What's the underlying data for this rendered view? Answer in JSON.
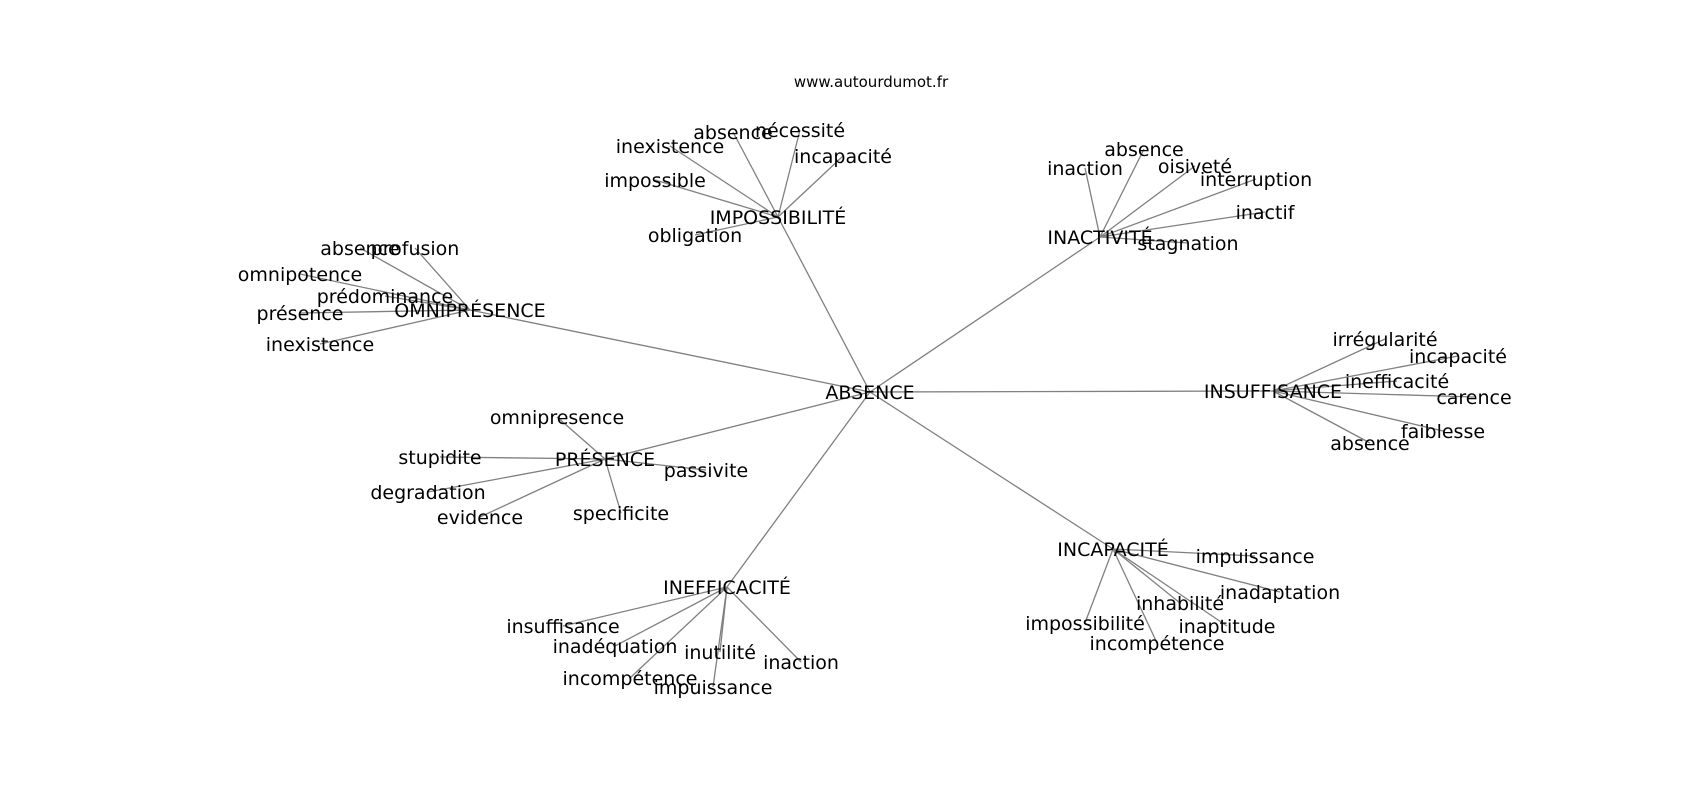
{
  "source": "www.autourdumot.fr",
  "colors": {
    "edge": "#808080",
    "text": "#000000",
    "background": "#ffffff"
  },
  "center": {
    "id": "c",
    "label": "ABSENCE"
  },
  "clusters": [
    {
      "id": "omnipresence",
      "label": "OMNIPRÉSENCE",
      "leaves": [
        {
          "id": "omni-absence",
          "label": "absence"
        },
        {
          "id": "omni-profusion",
          "label": "profusion"
        },
        {
          "id": "omni-omnipotence",
          "label": "omnipotence"
        },
        {
          "id": "omni-predominance",
          "label": "prédominance"
        },
        {
          "id": "omni-presence",
          "label": "présence"
        },
        {
          "id": "omni-inexistence",
          "label": "inexistence"
        }
      ]
    },
    {
      "id": "impossibilite",
      "label": "IMPOSSIBILITÉ",
      "leaves": [
        {
          "id": "imp-inexistence",
          "label": "inexistence"
        },
        {
          "id": "imp-absence",
          "label": "absence"
        },
        {
          "id": "imp-necessite",
          "label": "nécessité"
        },
        {
          "id": "imp-incapacite",
          "label": "incapacité"
        },
        {
          "id": "imp-impossible",
          "label": "impossible"
        },
        {
          "id": "imp-obligation",
          "label": "obligation"
        }
      ]
    },
    {
      "id": "inactivite",
      "label": "INACTIVITÉ",
      "leaves": [
        {
          "id": "ina-absence",
          "label": "absence"
        },
        {
          "id": "ina-inaction",
          "label": "inaction"
        },
        {
          "id": "ina-oisivete",
          "label": "oisiveté"
        },
        {
          "id": "ina-interruption",
          "label": "interruption"
        },
        {
          "id": "ina-inactif",
          "label": "inactif"
        },
        {
          "id": "ina-stagnation",
          "label": "stagnation"
        }
      ]
    },
    {
      "id": "insuffisance",
      "label": "INSUFFISANCE",
      "leaves": [
        {
          "id": "ins-irregularite",
          "label": "irrégularité"
        },
        {
          "id": "ins-incapacite",
          "label": "incapacité"
        },
        {
          "id": "ins-inefficacite",
          "label": "inefficacité"
        },
        {
          "id": "ins-carence",
          "label": "carence"
        },
        {
          "id": "ins-faiblesse",
          "label": "faiblesse"
        },
        {
          "id": "ins-absence",
          "label": "absence"
        }
      ]
    },
    {
      "id": "presence",
      "label": "PRÉSENCE",
      "leaves": [
        {
          "id": "pre-omnipresence",
          "label": "omnipresence"
        },
        {
          "id": "pre-stupidite",
          "label": "stupidite"
        },
        {
          "id": "pre-passivite",
          "label": "passivite"
        },
        {
          "id": "pre-degradation",
          "label": "degradation"
        },
        {
          "id": "pre-evidence",
          "label": "evidence"
        },
        {
          "id": "pre-specificite",
          "label": "specificite"
        }
      ]
    },
    {
      "id": "incapacite",
      "label": "INCAPACITÉ",
      "leaves": [
        {
          "id": "inc-impuissance",
          "label": "impuissance"
        },
        {
          "id": "inc-inadaptation",
          "label": "inadaptation"
        },
        {
          "id": "inc-inhabilite",
          "label": "inhabilité"
        },
        {
          "id": "inc-impossibilite",
          "label": "impossibilité"
        },
        {
          "id": "inc-inaptitude",
          "label": "inaptitude"
        },
        {
          "id": "inc-incompetence",
          "label": "incompétence"
        }
      ]
    },
    {
      "id": "inefficacite",
      "label": "INEFFICACITÉ",
      "leaves": [
        {
          "id": "ine-insuffisance",
          "label": "insuffisance"
        },
        {
          "id": "ine-inadequation",
          "label": "inadéquation"
        },
        {
          "id": "ine-inutilite",
          "label": "inutilité"
        },
        {
          "id": "ine-inaction",
          "label": "inaction"
        },
        {
          "id": "ine-incompetence",
          "label": "incompétence"
        },
        {
          "id": "ine-impuissance",
          "label": "impuissance"
        }
      ]
    }
  ]
}
